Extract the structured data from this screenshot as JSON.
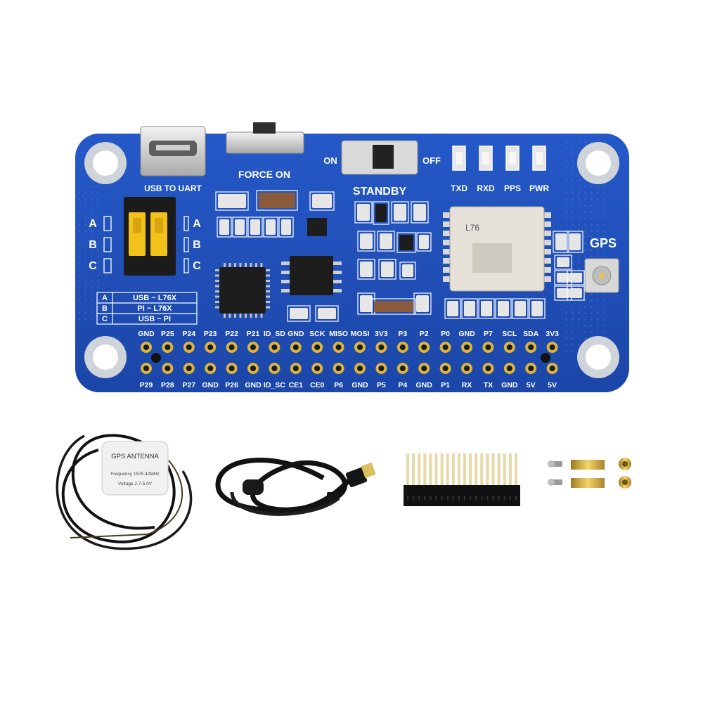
{
  "board": {
    "colors": {
      "pcb": "#1f4fb8",
      "pcb_dark": "#163c8f",
      "silk": "#ffffff",
      "gold": "#d8b34a",
      "jumper": "#f2c21a"
    },
    "usb_label": "USB TO UART",
    "force_on_label": "FORCE ON",
    "standby_on": "ON",
    "standby_off": "OFF",
    "standby_label": "STANDBY",
    "gps_label": "GPS",
    "module_label": "L76",
    "led_labels": [
      "TXD",
      "RXD",
      "PPS",
      "PWR"
    ],
    "jumper_rows": [
      "A",
      "B",
      "C"
    ],
    "mode_table": [
      {
        "key": "A",
        "desc": "USB ~ L76X"
      },
      {
        "key": "B",
        "desc": "PI ~ L76X"
      },
      {
        "key": "C",
        "desc": "USB ~ PI"
      }
    ],
    "pins_top": [
      "GND",
      "P25",
      "P24",
      "P23",
      "P22",
      "P21",
      "ID_SD",
      "GND",
      "SCK",
      "MISO",
      "MOSI",
      "3V3",
      "P3",
      "P2",
      "P0",
      "GND",
      "P7",
      "SCL",
      "SDA",
      "3V3"
    ],
    "pins_bottom": [
      "P29",
      "P28",
      "P27",
      "GND",
      "P26",
      "GND",
      "ID_SC",
      "CE1",
      "CE0",
      "P6",
      "GND",
      "P5",
      "P4",
      "GND",
      "P1",
      "RX",
      "TX",
      "GND",
      "5V",
      "5V"
    ]
  },
  "antenna": {
    "title": "GPS ANTENNA",
    "line1": "Frequency 1575.42MHz",
    "line2": "Voltage 2.7-5.0V"
  }
}
